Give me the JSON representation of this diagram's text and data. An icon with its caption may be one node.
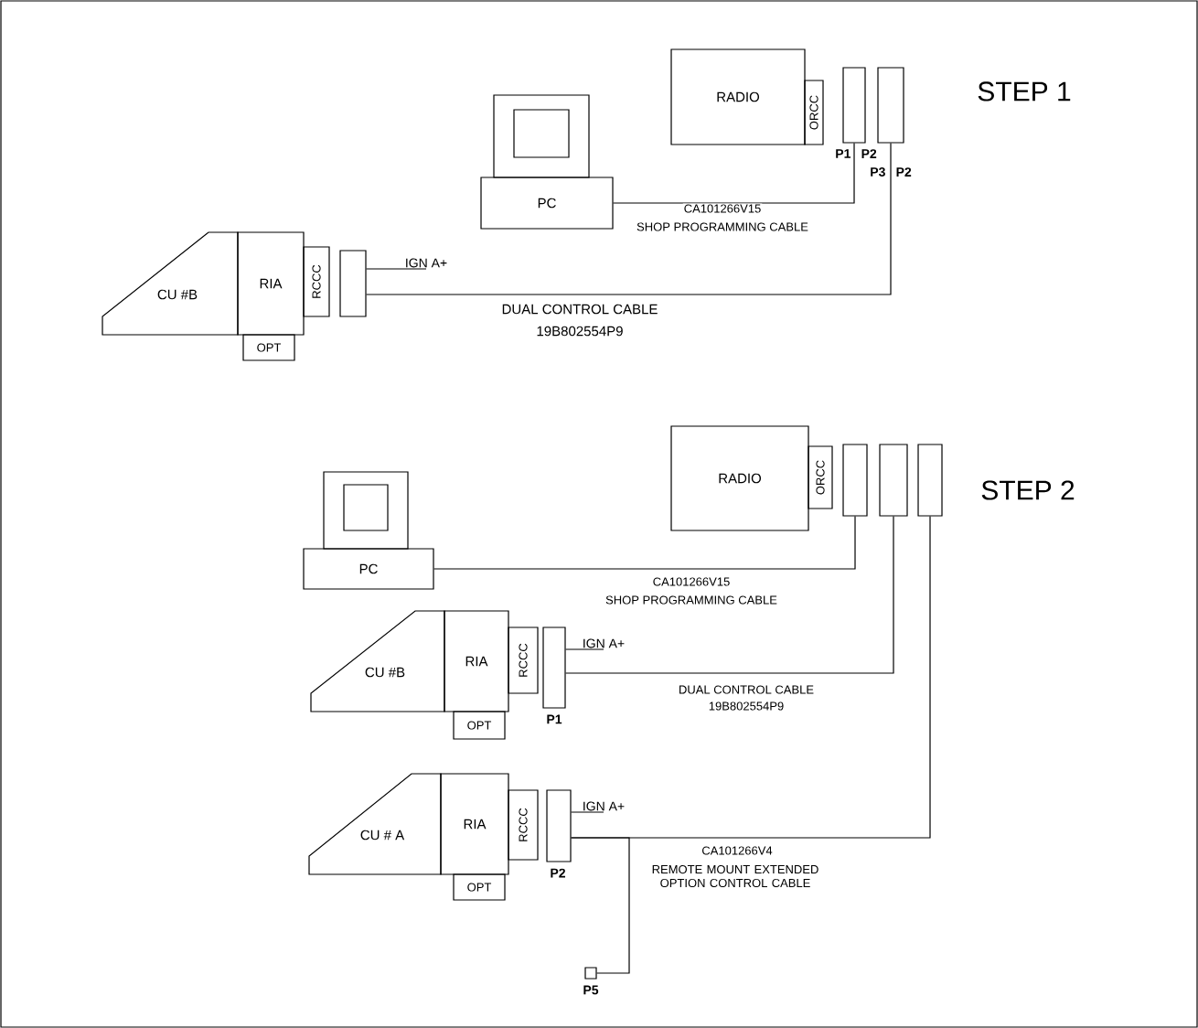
{
  "diagram": {
    "nodes": [
      {
        "text": [
          "RADIO"
        ]
      },
      {
        "text": [
          "ORCC"
        ]
      },
      {
        "text": [],
        "shape": "box",
        "beside": [
          "P1",
          "P2"
        ]
      },
      {
        "text": [],
        "shape": "box",
        "beside": [
          "P3",
          "P2"
        ]
      },
      {
        "text": [
          "PC"
        ]
      },
      {
        "text": [
          "CU #B"
        ]
      },
      {
        "text": [
          "RIA"
        ]
      },
      {
        "text": [
          "RCCC"
        ]
      },
      {
        "text": [
          "OPT"
        ]
      },
      {
        "text": [],
        "shape": "box"
      },
      {
        "text": [
          "IGN A+"
        ]
      },
      {
        "text": [
          "RADIO"
        ]
      },
      {
        "text": [
          "ORCC"
        ]
      },
      {
        "text": [],
        "shape": "box"
      },
      {
        "text": [],
        "shape": "box"
      },
      {
        "text": [],
        "shape": "box"
      },
      {
        "text": [
          "PC"
        ]
      },
      {
        "text": [
          "CU #B"
        ]
      },
      {
        "text": [
          "RIA"
        ]
      },
      {
        "text": [
          "RCCC"
        ]
      },
      {
        "text": [
          "OPT"
        ]
      },
      {
        "text": [],
        "shape": "box",
        "beside": [
          "P1"
        ]
      },
      {
        "text": [
          "IGN A+"
        ]
      },
      {
        "text": [
          "CU # A"
        ]
      },
      {
        "text": [
          "RIA"
        ]
      },
      {
        "text": [
          "RCCC"
        ]
      },
      {
        "text": [
          "OPT"
        ]
      },
      {
        "text": [],
        "shape": "box",
        "beside": [
          "P2"
        ]
      },
      {
        "text": [
          "IGN A+"
        ]
      },
      {
        "text": [],
        "shape": "box",
        "beside": [
          "P5"
        ]
      }
    ],
    "edges": [
      {
        "from": 4,
        "to": 2,
        "arrow": "none",
        "label": "CA101266V15"
      },
      {
        "from": 9,
        "to": 10,
        "arrow": "none"
      },
      {
        "from": 9,
        "to": 3,
        "arrow": "none",
        "label": "19B802554P9"
      },
      {
        "from": 16,
        "to": 13,
        "arrow": "none",
        "label": "CA101266V15"
      },
      {
        "from": 21,
        "to": 22,
        "arrow": "none"
      },
      {
        "from": 21,
        "to": 14,
        "arrow": "none",
        "label": "19B802554P9"
      },
      {
        "from": 27,
        "to": 28,
        "arrow": "none"
      },
      {
        "from": 27,
        "to": 15,
        "arrow": "none",
        "label": "CA101266V4"
      },
      {
        "from": 27,
        "to": 29,
        "arrow": "none"
      }
    ],
    "labels": [
      "STEP 1",
      "SHOP PROGRAMMING CABLE",
      "DUAL CONTROL CABLE",
      "STEP 2",
      "SHOP PROGRAMMING CABLE",
      "DUAL CONTROL CABLE",
      "REMOTE MOUNT EXTENDED OPTION CONTROL CABLE"
    ]
  }
}
